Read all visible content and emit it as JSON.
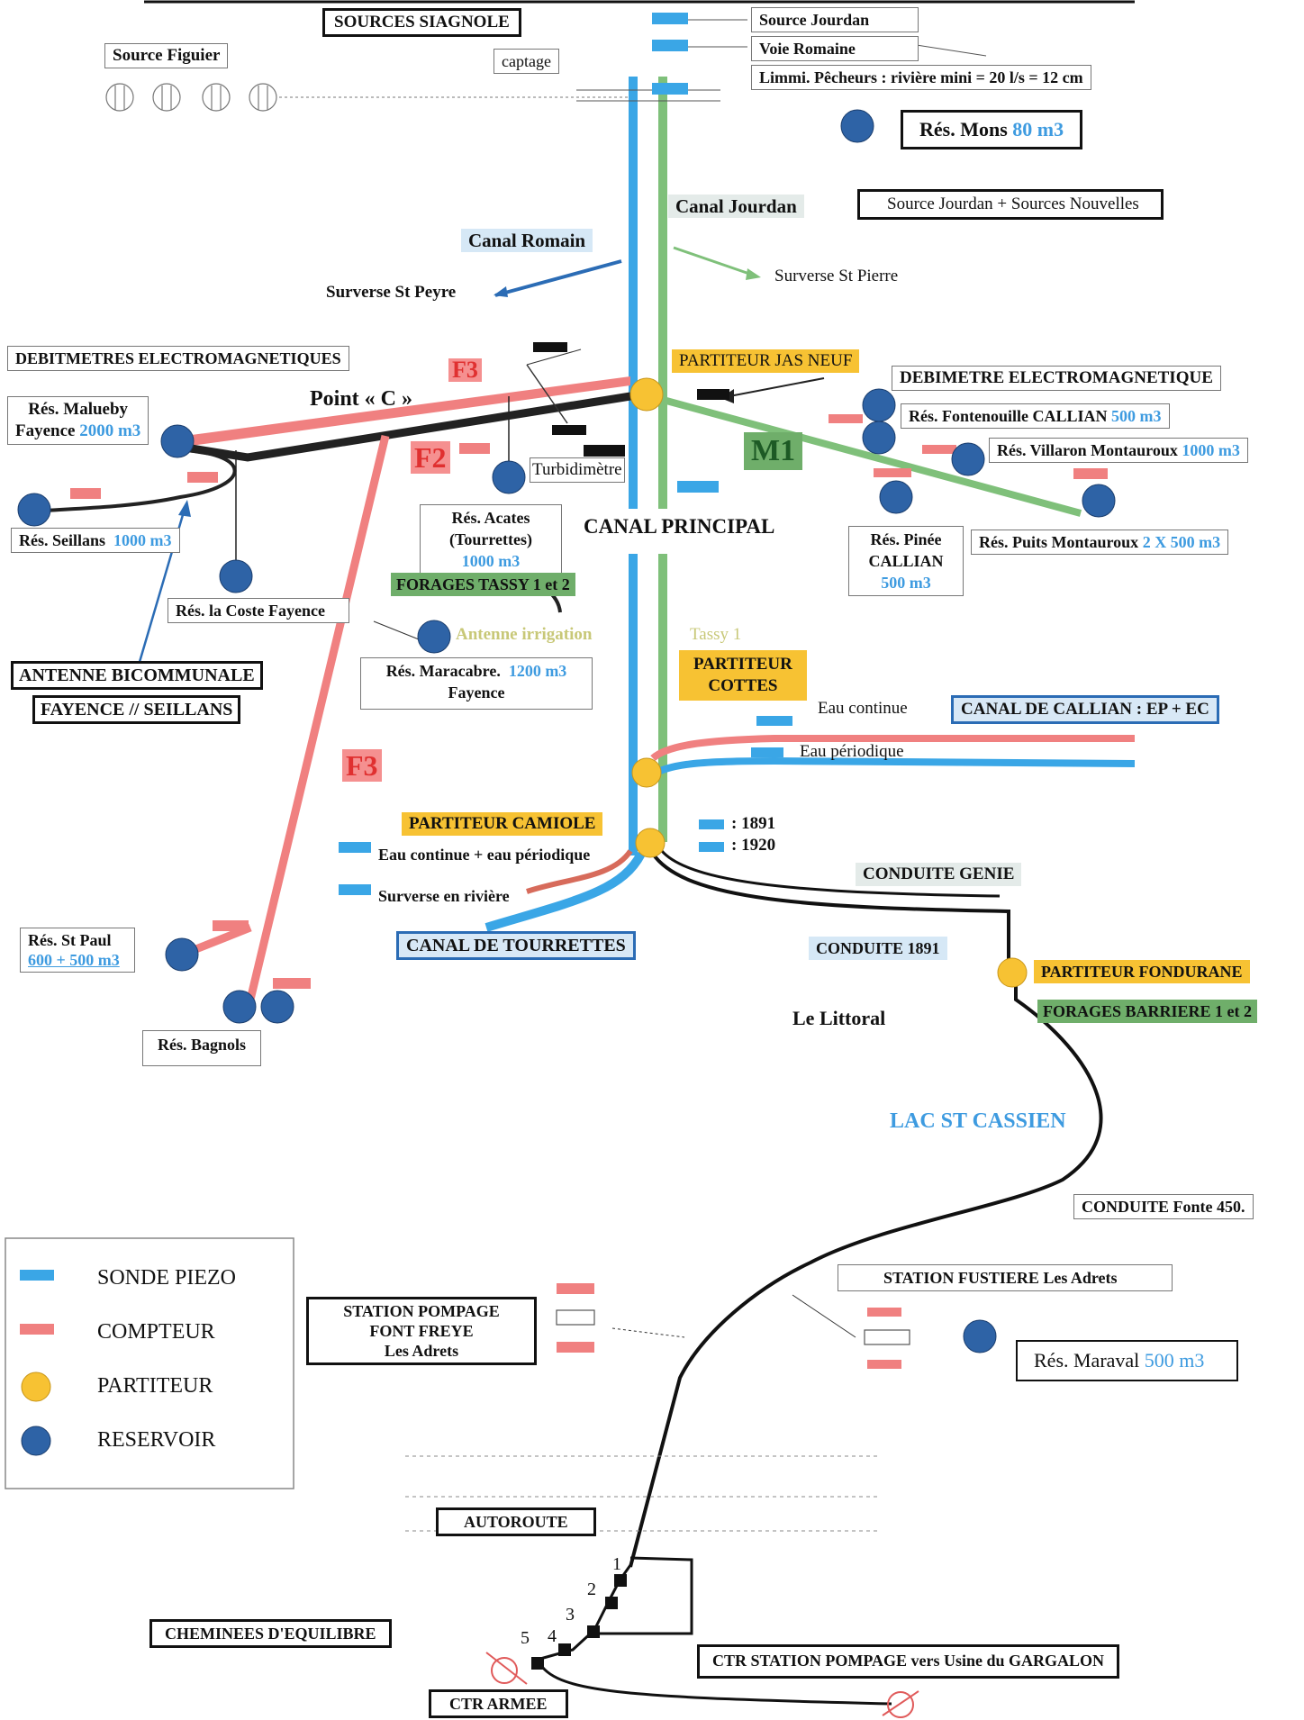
{
  "labels": {
    "sources_siagnole": "SOURCES SIAGNOLE",
    "source_figuier": "Source Figuier",
    "captage": "captage",
    "source_jourdan": "Source Jourdan",
    "voie_romaine": "Voie Romaine",
    "limmi_pecheurs": "Limmi. Pêcheurs : rivière mini = 20 l/s = 12 cm",
    "res_mons": "Rés. Mons",
    "res_mons_vol": "80 m3",
    "canal_jourdan": "Canal Jourdan",
    "source_jourdan_nouvelles": "Source Jourdan + Sources Nouvelles",
    "canal_romain": "Canal Romain",
    "surverse_st_peyre": "Surverse St Peyre",
    "surverse_st_pierre": "Surverse St Pierre",
    "debitmetres": "DEBITMETRES  ELECTROMAGNETIQUES",
    "f3_top": "F3",
    "partiteur_jas_neuf": "PARTITEUR JAS NEUF",
    "debimetre": "DEBIMETRE  ELECTROMAGNETIQUE",
    "res_malueby": "Rés. Malueby",
    "fayence": "Fayence",
    "malueby_vol": "2000 m3",
    "point_c": "Point « C »",
    "res_fontenouille": "Rés. Fontenouille CALLIAN",
    "fontenouille_vol": "500 m3",
    "f2": "F2",
    "m1": "M1",
    "res_villaron": "Rés. Villaron Montauroux",
    "villaron_vol": "1000 m3",
    "turbidimetre": "Turbidimètre",
    "res_seillans": "Rés. Seillans",
    "seillans_vol": "1000 m3",
    "res_acates_1": "Rés. Acates",
    "res_acates_2": "(Tourrettes)",
    "acates_vol": "1000 m3",
    "canal_principal": "CANAL PRINCIPAL",
    "res_pinee_1": "Rés. Pinée",
    "res_pinee_2": "CALLIAN",
    "pinee_vol": "500 m3",
    "res_puits": "Rés. Puits Montauroux",
    "puits_vol": "2 X 500 m3",
    "forages_tassy": "FORAGES TASSY 1 et 2",
    "res_la_coste": "Rés. la Coste Fayence",
    "antenne_irrigation": "Antenne  irrigation",
    "tassy1": "Tassy 1",
    "antenne_bicommunale": "ANTENNE BICOMMUNALE",
    "fayence_seillans": "FAYENCE // SEILLANS",
    "res_maracabre": "Rés. Maracabre.",
    "maracabre_vol": "1200 m3",
    "maracabre_fay": "Fayence",
    "partiteur_cottes_1": "PARTITEUR",
    "partiteur_cottes_2": "COTTES",
    "eau_continue": "Eau continue",
    "canal_callian": "CANAL DE CALLIAN : EP + EC",
    "eau_periodique": "Eau  périodique",
    "f3_mid": "F3",
    "partiteur_camiole": "PARTITEUR CAMIOLE",
    "y1891": ": 1891",
    "y1920": ": 1920",
    "eau_cont_per": "Eau continue + eau périodique",
    "conduite_genie": "CONDUITE GENIE",
    "surverse_riviere": "Surverse en rivière",
    "res_st_paul": "Rés. St Paul",
    "st_paul_vol": "600 + 500 m3",
    "canal_tourrettes": "CANAL DE TOURRETTES",
    "conduite_1891": "CONDUITE 1891",
    "partiteur_fondurane": "PARTITEUR FONDURANE",
    "le_littoral": "Le Littoral",
    "forages_barriere": "FORAGES BARRIERE 1 et 2",
    "res_bagnols": "Rés. Bagnols",
    "lac_st_cassien": "LAC ST CASSIEN",
    "conduite_fonte": "CONDUITE  Fonte 450.",
    "station_fustiere": "STATION FUSTIERE  Les Adrets",
    "station_pompage_1": "STATION POMPAGE",
    "station_pompage_2": "FONT FREYE",
    "station_pompage_3": "Les Adrets",
    "res_maraval": "Rés. Maraval",
    "maraval_vol": "500 m3",
    "autoroute": "AUTOROUTE",
    "cheminees": "CHEMINEES D'EQUILIBRE",
    "ctr_station": "CTR STATION POMPAGE vers Usine  du GARGALON",
    "ctr_armee": "CTR ARMEE",
    "n1": "1",
    "n2": "2",
    "n3": "3",
    "n4": "4",
    "n5": "5"
  },
  "legend": [
    {
      "label": "SONDE PIEZO",
      "symbol": "blue-bar"
    },
    {
      "label": "COMPTEUR",
      "symbol": "red-bar"
    },
    {
      "label": "PARTITEUR",
      "symbol": "yellow-circle"
    },
    {
      "label": "RESERVOIR",
      "symbol": "navy-circle"
    }
  ],
  "colors": {
    "canal_blue": "#3aa6e6",
    "canal_green": "#7fc07a",
    "pipe_red": "#f08080",
    "pipe_black": "#1a1a1a",
    "partiteur": "#f7c233",
    "reservoir": "#2b5f9a",
    "volume_text": "#3e9be0"
  }
}
